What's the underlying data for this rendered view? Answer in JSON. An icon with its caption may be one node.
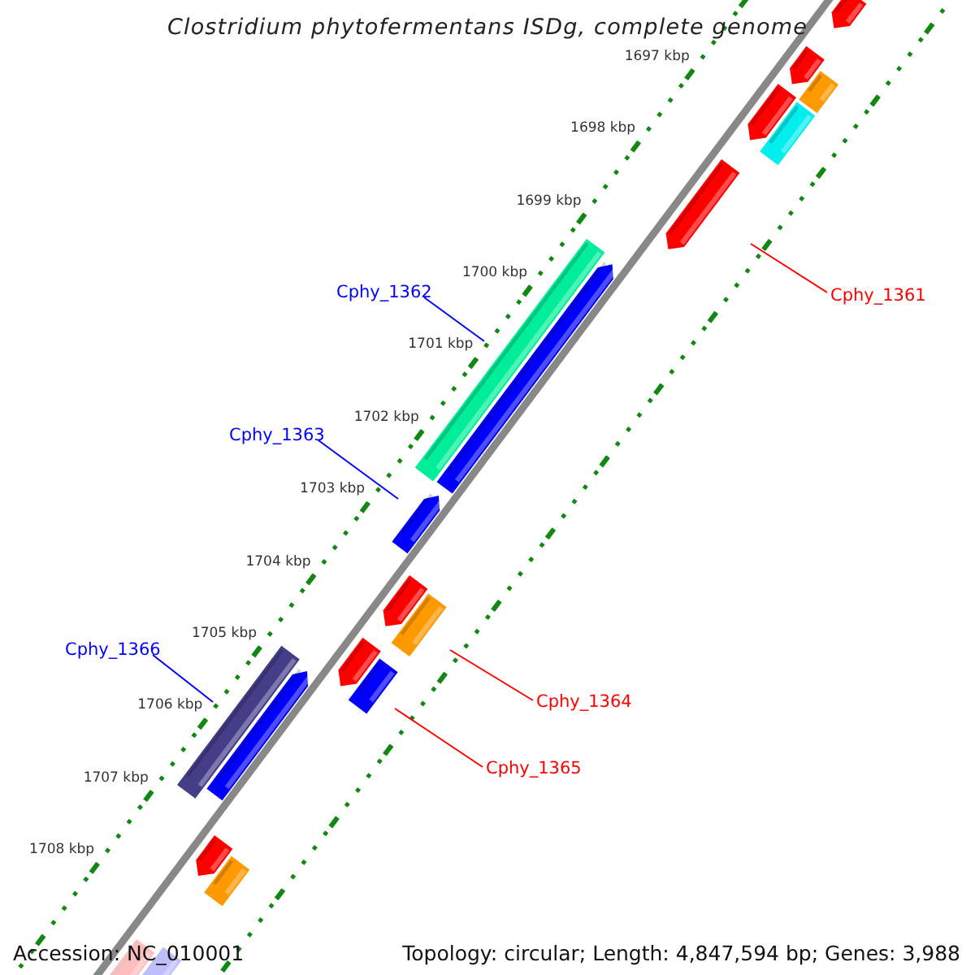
{
  "diagram": {
    "title": "Clostridium phytofermentans ISDg, complete genome",
    "nodes": [
      {
        "text": [
          "Cphy_1361"
        ]
      },
      {
        "text": [],
        "shape": "bar"
      },
      {
        "text": [
          "Cphy_1362"
        ]
      },
      {
        "text": [],
        "shape": "bar"
      },
      {
        "text": [
          "Cphy_1363"
        ]
      },
      {
        "text": [],
        "shape": "bar"
      },
      {
        "text": [
          "Cphy_1364"
        ]
      },
      {
        "text": [],
        "shape": "bar"
      },
      {
        "text": [
          "Cphy_1365"
        ]
      },
      {
        "text": [],
        "shape": "bar"
      },
      {
        "text": [
          "Cphy_1366"
        ]
      },
      {
        "text": [],
        "shape": "bar"
      },
      {
        "text": [],
        "shape": "bar"
      },
      {
        "text": [],
        "shape": "bar"
      }
    ],
    "edges": [
      {
        "from": 0,
        "to": 1,
        "arrow": "none",
        "color": "#ff0000"
      },
      {
        "from": 2,
        "to": 3,
        "arrow": "none",
        "color": "#0000ff"
      },
      {
        "from": 4,
        "to": 5,
        "arrow": "none",
        "color": "#0000ff"
      },
      {
        "from": 6,
        "to": 7,
        "arrow": "none",
        "color": "#ff0000"
      },
      {
        "from": 8,
        "to": 9,
        "arrow": "none",
        "color": "#ff0000"
      },
      {
        "from": 10,
        "to": 11,
        "arrow": "none",
        "color": "#0000ff"
      }
    ],
    "labels": [
      "1697 kbp",
      "1698 kbp",
      "1699 kbp",
      "1700 kbp",
      "1701 kbp",
      "1702 kbp",
      "1703 kbp",
      "1704 kbp",
      "1705 kbp",
      "1706 kbp",
      "1707 kbp",
      "1708 kbp",
      "Accession: NC_010001",
      "Topology: circular; Length: 4,847,594 bp; Genes: 3,988"
    ]
  }
}
